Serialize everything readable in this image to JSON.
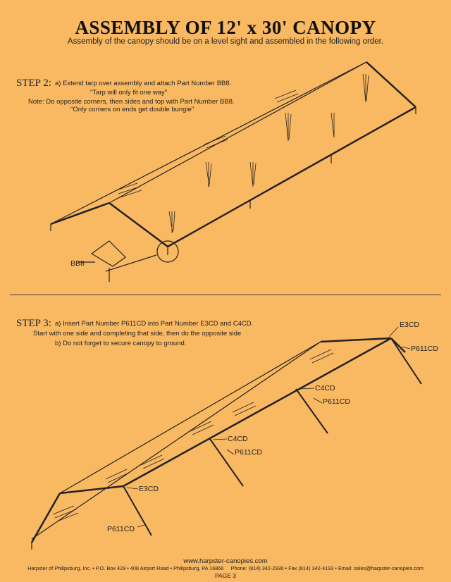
{
  "header": {
    "title": "ASSEMBLY OF 12' x 30' CANOPY",
    "subtitle": "Assembly of the canopy should be on a level sight and assembled in the following order."
  },
  "step2": {
    "label": "STEP 2:",
    "line1": "a) Extend tarp over assembly and attach Part Number BB8.",
    "line2": "\"Tarp will only fit one way\"",
    "line3": "Note: Do opposite corners, then sides and top with Part Number BB8.",
    "line4": "\"Only corners on ends get double bungie\"",
    "callout": "BB8"
  },
  "step3": {
    "label": "STEP 3:",
    "line1": "a) Insert Part Number P611CD into Part Number E3CD and C4CD.",
    "line2": "Start with one side and completing that side, then do the opposite side",
    "line3": "b) Do not forget to secure canopy to ground.",
    "labels": {
      "e3cd_top": "E3CD",
      "p611cd_right": "P611CD",
      "c4cd_right": "C4CD",
      "p611cd_mid_right": "P611CD",
      "c4cd_mid": "C4CD",
      "p611cd_mid": "P611CD",
      "e3cd_left": "E3CD",
      "p611cd_left": "P611CD"
    }
  },
  "footer": {
    "website": "www.harpster-canopies.com",
    "address": "Harpster of Philipsburg, Inc. • P.O. Box 429 • 408 Airport Road • Philipsburg, PA 16866",
    "contact": "Phone: (814) 342-2930 • Fax (814) 342-4193 • Email: sales@harpster-canopies.com",
    "page": "PAGE 3"
  }
}
